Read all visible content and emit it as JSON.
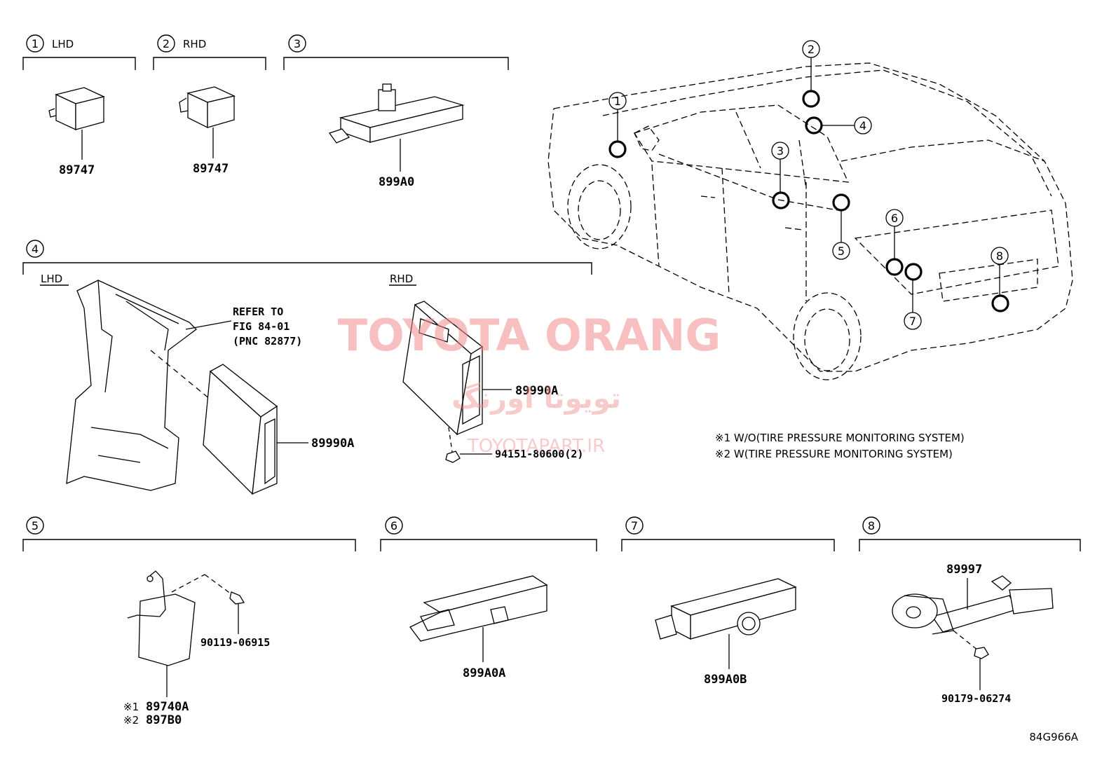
{
  "watermark": {
    "title": "TOYOTA ORANG",
    "arabic": "تویوتا اورنگ",
    "site": "TOYOTAPART.IR",
    "color": "#f08b8b"
  },
  "sections": [
    {
      "num": "1",
      "tag": "LHD",
      "parts": [
        "89747"
      ]
    },
    {
      "num": "2",
      "tag": "RHD",
      "parts": [
        "89747"
      ]
    },
    {
      "num": "3",
      "parts": [
        "899A0"
      ]
    },
    {
      "num": "4",
      "sub_lhd": "LHD",
      "sub_rhd": "RHD",
      "refer": [
        "REFER TO",
        "FIG 84-01",
        "(PNC 82877)"
      ],
      "parts": [
        "89990A",
        "89990A",
        "94151-80600(2)"
      ]
    },
    {
      "num": "5",
      "parts": [
        "90119-06915",
        "89740A",
        "897B0"
      ],
      "marks": [
        "※1",
        "※2"
      ]
    },
    {
      "num": "6",
      "parts": [
        "899A0A"
      ]
    },
    {
      "num": "7",
      "parts": [
        "899A0B"
      ]
    },
    {
      "num": "8",
      "parts": [
        "89997",
        "90179-06274"
      ]
    }
  ],
  "car_callouts": [
    "1",
    "2",
    "3",
    "4",
    "5",
    "6",
    "7",
    "8"
  ],
  "notes": [
    "※1 W/O(TIRE PRESSURE MONITORING SYSTEM)",
    "※2 W(TIRE PRESSURE MONITORING SYSTEM)"
  ],
  "figure_id": "84G966A"
}
